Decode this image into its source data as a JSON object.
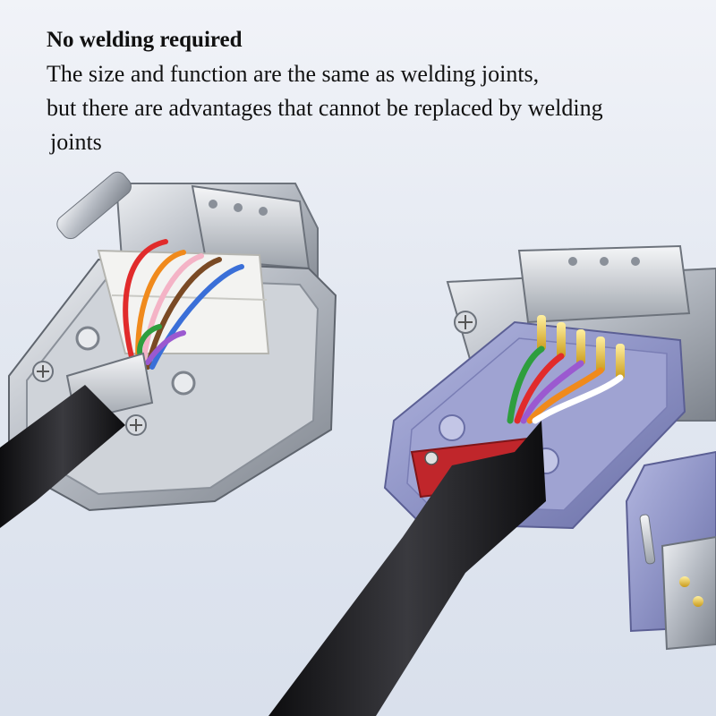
{
  "caption": {
    "headline": "No welding required",
    "line1": "The size and function are the same as welding joints,",
    "line2": "but there are advantages that cannot be replaced by welding",
    "line3": "joints"
  },
  "colors": {
    "background": "#e6ebf3",
    "metal_shell": "#b9bec6",
    "blue_shell": "#8e93c4",
    "red_clamp": "#c0262b",
    "cable": "#1c1c1e"
  },
  "image": {
    "subjects": [
      "metal-connector",
      "blue-connector",
      "partial-connector"
    ],
    "wire_colors": [
      "#e12b2b",
      "#f08a1c",
      "#f4b3c6",
      "#7a4a24",
      "#3a6fd8",
      "#ffffff",
      "#2e9e3e",
      "#9b59d0"
    ]
  }
}
